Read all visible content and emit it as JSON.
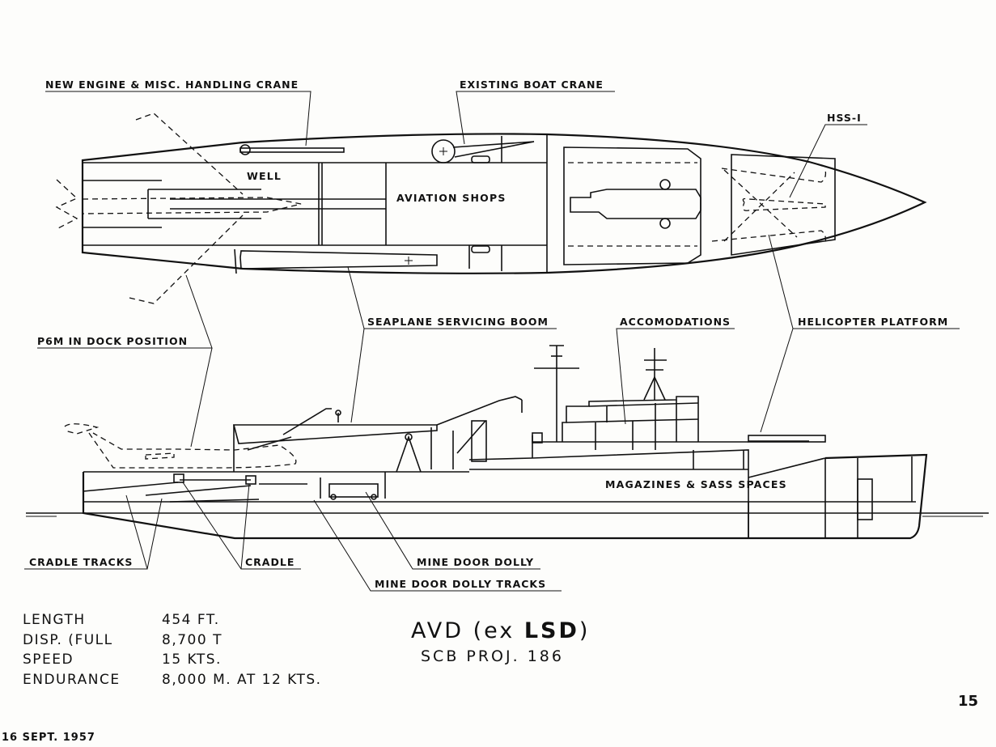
{
  "drawing": {
    "callouts": {
      "new_engine_crane": "NEW ENGINE & MISC. HANDLING CRANE",
      "existing_boat_crane": "EXISTING BOAT CRANE",
      "hss1": "HSS-I",
      "p6m_dock": "P6M IN DOCK POSITION",
      "seaplane_boom": "SEAPLANE SERVICING BOOM",
      "accomodations": "ACCOMODATIONS",
      "helicopter_platform": "HELICOPTER PLATFORM",
      "cradle_tracks": "CRADLE TRACKS",
      "cradle": "CRADLE",
      "mine_door_dolly": "MINE DOOR DOLLY",
      "mine_door_dolly_tracks": "MINE DOOR DOLLY TRACKS"
    },
    "inner_labels": {
      "well": "WELL",
      "aviation_shops": "AVIATION SHOPS",
      "magazines": "MAGAZINES & SASS SPACES"
    }
  },
  "specs": [
    {
      "label": "LENGTH",
      "value": "454 FT."
    },
    {
      "label": "DISP. (FULL",
      "value": "8,700 T"
    },
    {
      "label": "SPEED",
      "value": "15 KTS."
    },
    {
      "label": "ENDURANCE",
      "value": "8,000 M. AT 12 KTS."
    }
  ],
  "title": {
    "main_prefix": "AVD (ex ",
    "main_bold": "LSD",
    "main_suffix": ")",
    "sub": "SCB PROJ. 186"
  },
  "date": "16 SEPT. 1957",
  "page_number": "15"
}
